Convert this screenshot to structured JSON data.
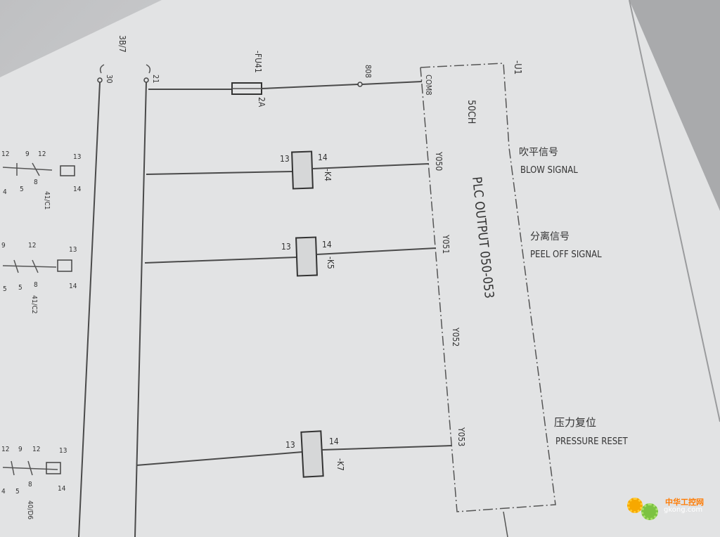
{
  "page_ref": "3B/7",
  "rail_left": "30",
  "rail_right": "21",
  "fuse": {
    "tag": "-FU41",
    "rating": "2A"
  },
  "wire_no": "808",
  "plc": {
    "tag": "-U1",
    "com": "COM8",
    "channels": "50CH",
    "title": "PLC OUTPUT 050-053"
  },
  "outputs": [
    {
      "addr": "Y050",
      "relay": "-K4",
      "a1": "13",
      "a2": "14",
      "cn": "吹平信号",
      "en": "BLOW SIGNAL"
    },
    {
      "addr": "Y051",
      "relay": "-K5",
      "a1": "13",
      "a2": "14",
      "cn": "分离信号",
      "en": "PEEL OFF SIGNAL"
    },
    {
      "addr": "Y052"
    },
    {
      "addr": "Y053",
      "relay": "-K7",
      "a1": "13",
      "a2": "14",
      "cn": "压力复位",
      "en": "PRESSURE RESET"
    }
  ],
  "left_contacts": [
    {
      "nums": [
        "12",
        "9",
        "12",
        "8",
        "5",
        "4",
        "13",
        "14"
      ],
      "ref": "41/C1"
    },
    {
      "nums": [
        "9",
        "12",
        "8",
        "5",
        "5",
        "13",
        "14"
      ],
      "ref": "41/C2"
    },
    {
      "nums": [
        "12",
        "9",
        "12",
        "8",
        "5",
        "4",
        "13",
        "14"
      ],
      "ref": "40/D6"
    }
  ],
  "watermark": {
    "name": "中华工控网",
    "url": "gkong.com"
  }
}
